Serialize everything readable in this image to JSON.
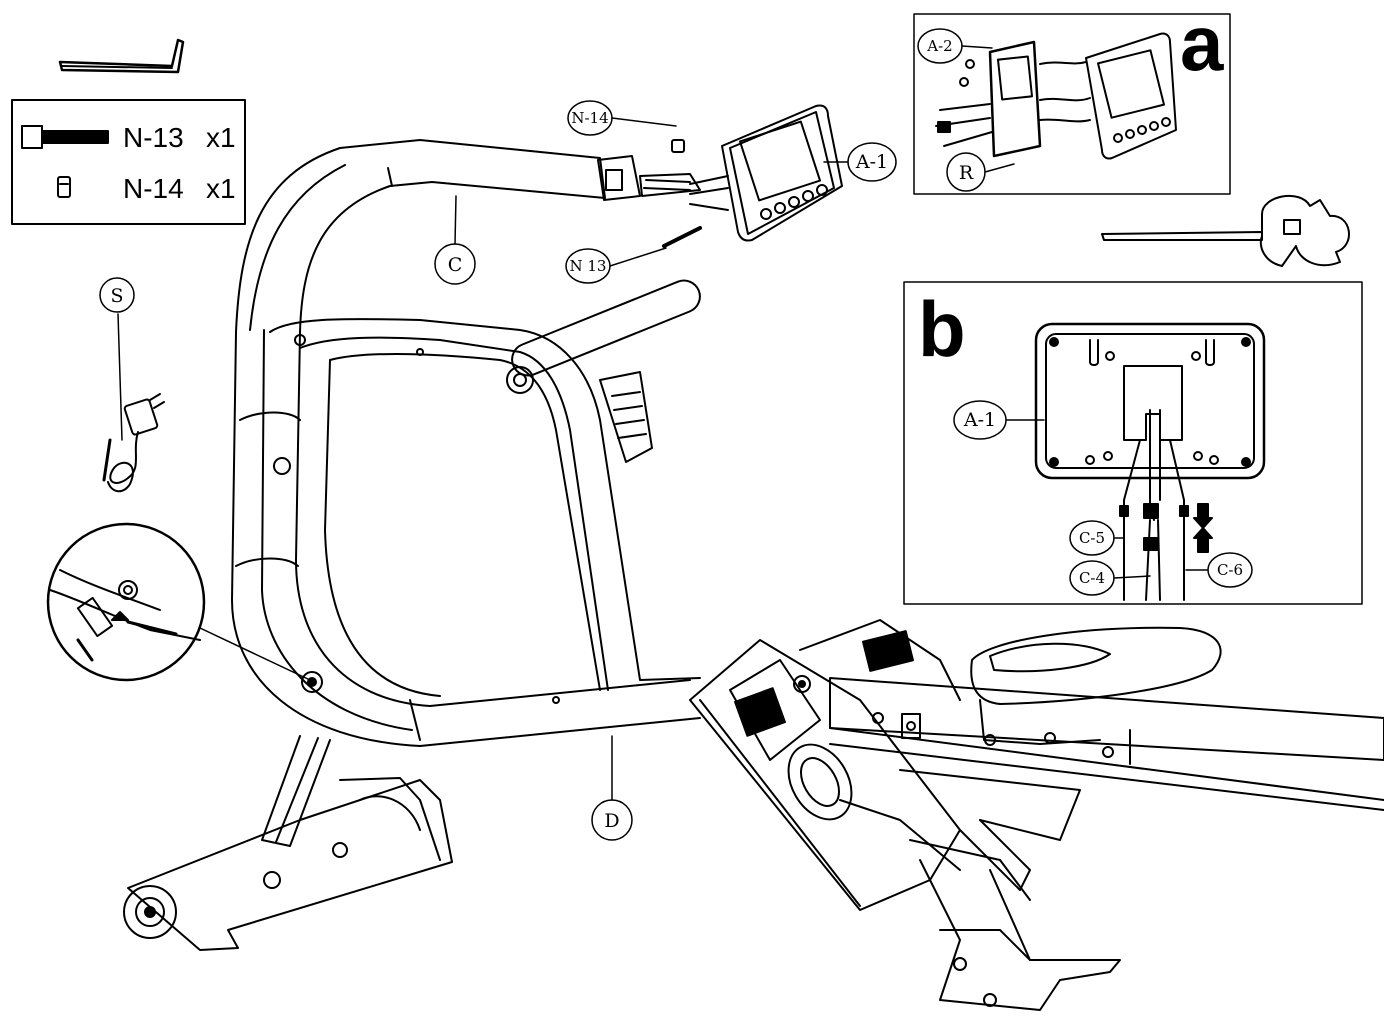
{
  "parts_list": [
    {
      "id": "N-13",
      "qty": "x1"
    },
    {
      "id": "N-14",
      "qty": "x1"
    }
  ],
  "callouts": {
    "n14": "N-14",
    "n13": "N 13",
    "a1": "A-1",
    "c": "C",
    "s": "S",
    "d": "D"
  },
  "inset_a": {
    "letter": "a",
    "a2": "A-2",
    "r": "R"
  },
  "inset_b": {
    "letter": "b",
    "a1": "A-1",
    "c5": "C-5",
    "c4": "C-4",
    "c6": "C-6"
  },
  "colors": {
    "ink": "#000000",
    "paper": "#ffffff"
  },
  "icons": [
    "allen-key-icon",
    "wrench-icon",
    "adapter-icon",
    "bolt-icon",
    "nut-icon"
  ]
}
